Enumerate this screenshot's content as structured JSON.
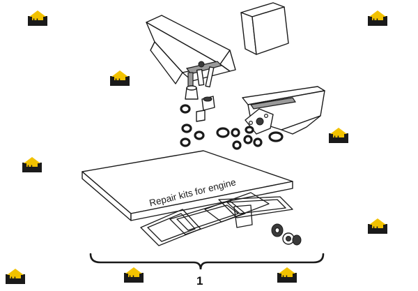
{
  "diagram": {
    "kit_label": "Repair kits for engine",
    "callout_number": "1"
  },
  "watermark": {
    "brand_mark": "H3",
    "brand_text": "CHAG",
    "accent_color": "#f2c200",
    "box_color": "#1a1a1a"
  }
}
